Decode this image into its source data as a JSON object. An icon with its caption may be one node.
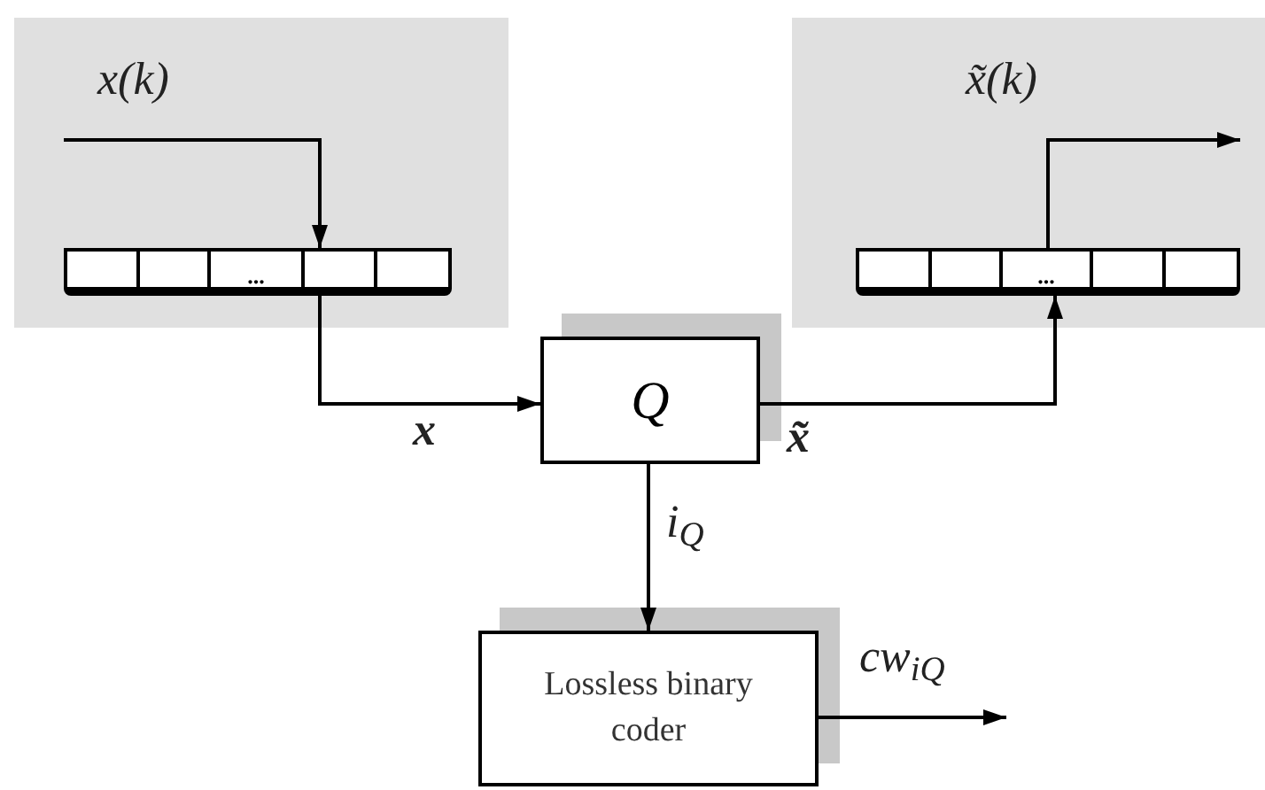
{
  "diagram": {
    "nodes": [
      {
        "text": [],
        "shape": "box"
      },
      {
        "text": [
          "..."
        ],
        "in": 0
      },
      {
        "text": [],
        "shape": "box"
      },
      {
        "text": [
          "..."
        ],
        "in": 2
      },
      {
        "text": [
          "Q"
        ]
      },
      {
        "text": [
          "Lossless binary coder"
        ]
      }
    ],
    "edges": [
      {
        "from": null,
        "to": 1,
        "arrow": "to",
        "label": "x(k)"
      },
      {
        "from": 1,
        "to": 4,
        "arrow": "to",
        "label": "**x**"
      },
      {
        "from": 4,
        "to": 3,
        "arrow": "to",
        "label": "**x̃**"
      },
      {
        "from": 3,
        "to": null,
        "arrow": "to",
        "label": "x̃(k)"
      },
      {
        "from": 4,
        "to": 5,
        "arrow": "to",
        "label": "i$_{Q}$"
      },
      {
        "from": 5,
        "to": null,
        "arrow": "to",
        "label": "cw$_{iQ}$"
      }
    ]
  }
}
